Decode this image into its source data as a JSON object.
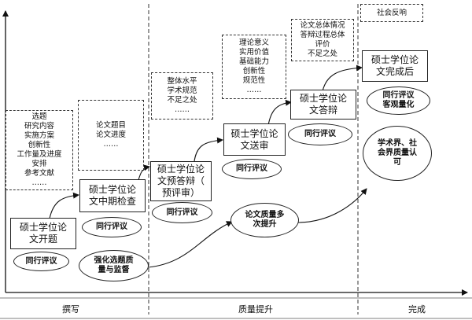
{
  "nodes": {
    "proposal": [
      "硕士学位论",
      "文开题"
    ],
    "midterm": [
      "硕士学位论",
      "文中期检查"
    ],
    "predefense": [
      "硕士学位论",
      "文预答辩（",
      "预评审）"
    ],
    "review": [
      "硕士学位论",
      "文送审"
    ],
    "defense": [
      "硕士学位论",
      "文答辩"
    ],
    "final": [
      "硕士学位论",
      "文完成后"
    ]
  },
  "notes": {
    "proposal": [
      "选题",
      "研究内容",
      "实施方案",
      "创新性",
      "工作量及进度",
      "安排",
      "参考文献",
      "……"
    ],
    "midterm": [
      "论文题目",
      "论文进度",
      "……"
    ],
    "predefense": [
      "整体水平",
      "学术规范",
      "不足之处",
      "……"
    ],
    "review": [
      "理论意义",
      "实用价值",
      "基础能力",
      "创新性",
      "规范性",
      "……"
    ],
    "defense": [
      "论文总体情况",
      "答辩过程总体",
      "评价",
      "不足之处"
    ],
    "final": [
      "社会反响"
    ]
  },
  "ellipses": {
    "peer1": [
      "同行评议"
    ],
    "peer2": [
      "同行评议"
    ],
    "peer3": [
      "同行评议"
    ],
    "peer4": [
      "同行评议"
    ],
    "peer5": [
      "同行评议"
    ],
    "peer6": [
      "同行评议",
      "客观量化"
    ],
    "supervise": [
      "强化选题质",
      "量与监督"
    ],
    "improve": [
      "论文质量多",
      "次提升"
    ],
    "recognition": [
      "学术界、社",
      "会界质量认",
      "可"
    ]
  },
  "stages": {
    "writing": "撰写",
    "quality": "质量提升",
    "complete": "完成"
  }
}
